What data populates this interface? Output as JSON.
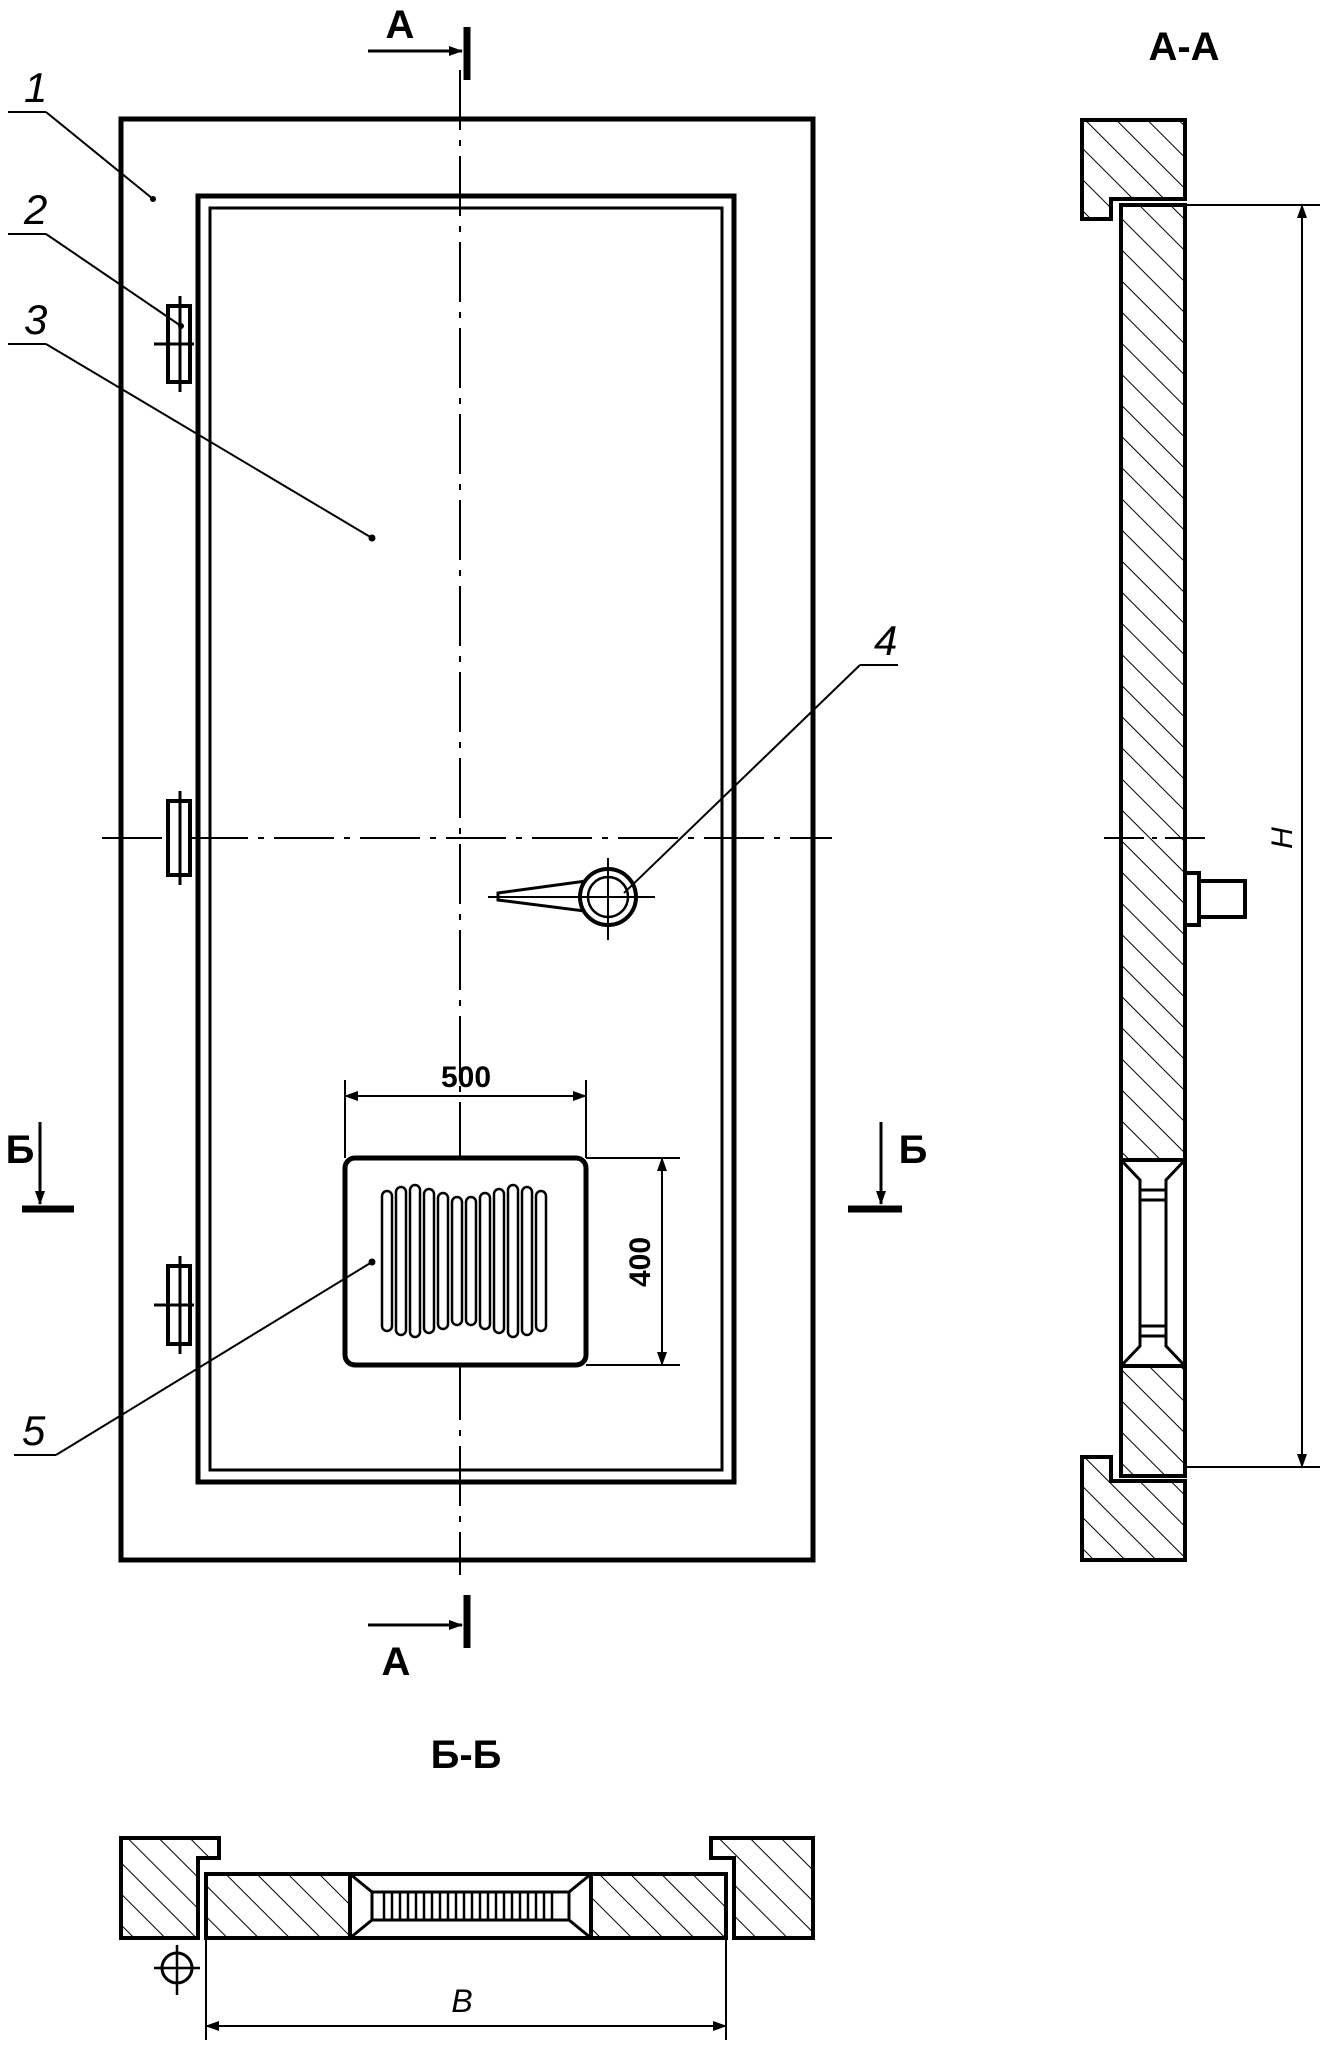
{
  "section_marks": {
    "a_top": "А",
    "a_bottom": "А",
    "b_left": "Б",
    "b_right": "Б"
  },
  "views": {
    "section_aa_title": "А-А",
    "section_bb_title": "Б-Б"
  },
  "callouts": [
    "1",
    "2",
    "3",
    "4",
    "5"
  ],
  "dimensions": {
    "grille_width": "500",
    "grille_height": "400",
    "door_height": "H",
    "door_width": "B"
  }
}
